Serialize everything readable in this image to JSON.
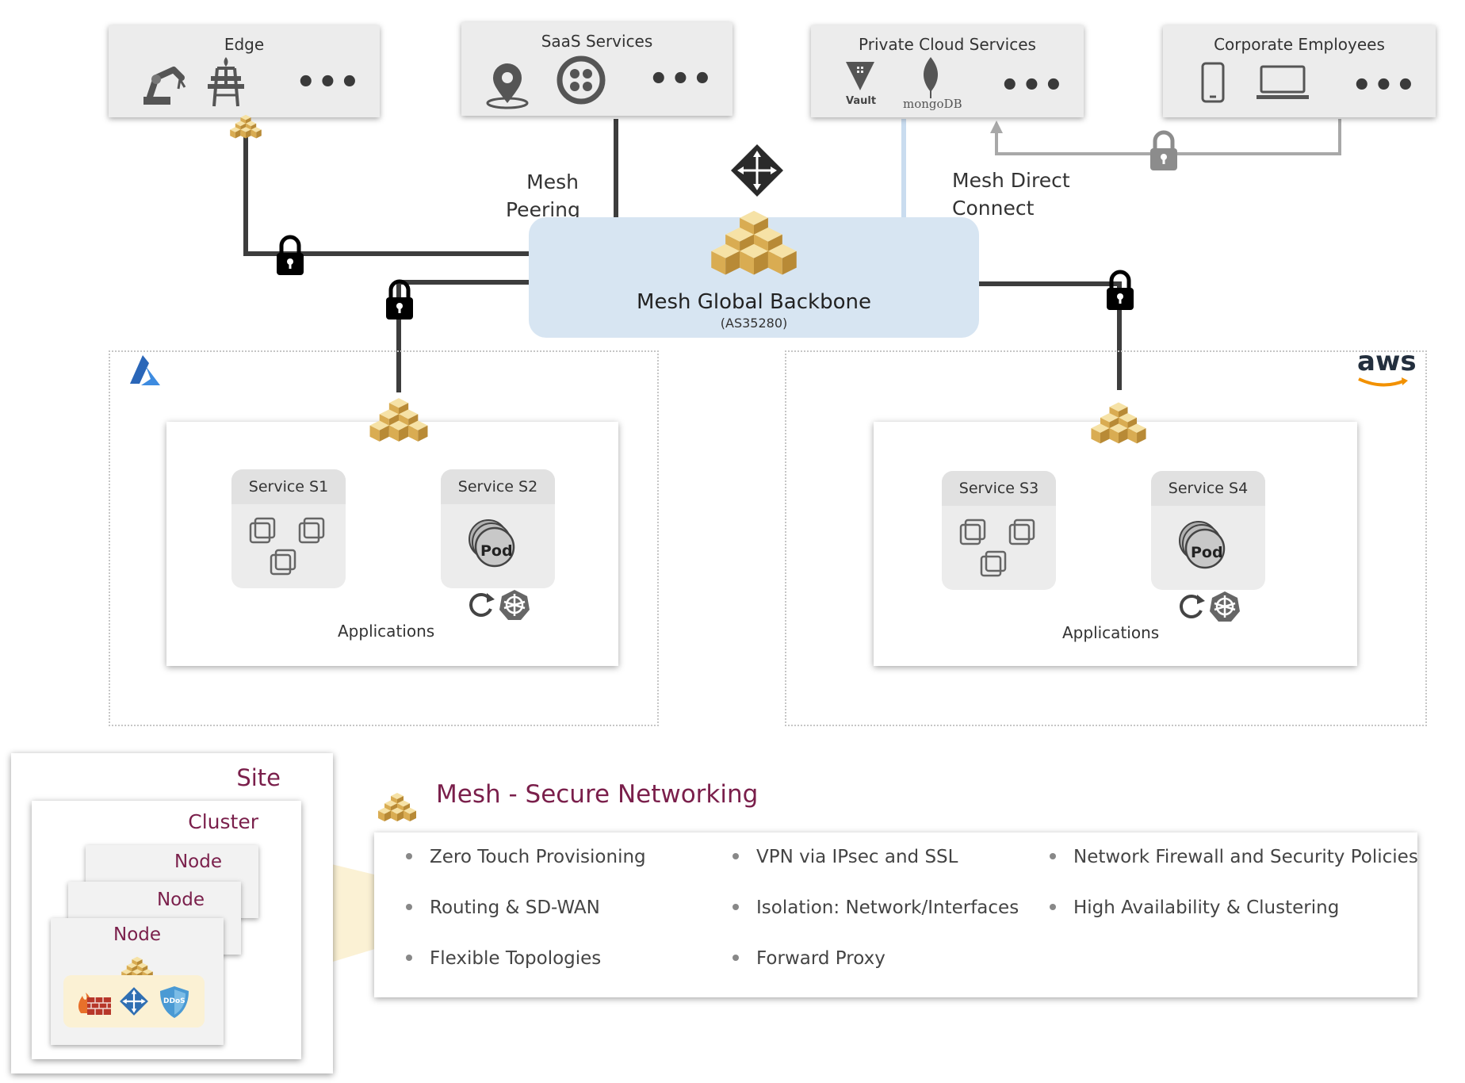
{
  "top_panels": {
    "edge": {
      "title": "Edge",
      "more": "•••"
    },
    "saas": {
      "title": "SaaS Services",
      "more": "•••"
    },
    "private_cloud": {
      "title": "Private Cloud Services",
      "vault": "Vault",
      "mongodb": "mongoDB",
      "more": "•••"
    },
    "corporate": {
      "title": "Corporate Employees",
      "more": "•••"
    }
  },
  "labels": {
    "mesh_peering_line1": "Mesh",
    "mesh_peering_line2": "Peering",
    "mesh_direct_line1": "Mesh Direct",
    "mesh_direct_line2": "Connect"
  },
  "backbone": {
    "title": "Mesh Global Backbone",
    "subtitle": "(AS35280)"
  },
  "clouds": {
    "azure": {
      "services": [
        {
          "name": "Service S1",
          "kind": "vm"
        },
        {
          "name": "Service S2",
          "kind": "pod",
          "pod_label": "Pod"
        }
      ],
      "applications": "Applications"
    },
    "aws": {
      "logo": "aws",
      "services": [
        {
          "name": "Service S3",
          "kind": "vm"
        },
        {
          "name": "Service S4",
          "kind": "pod",
          "pod_label": "Pod"
        }
      ],
      "applications": "Applications"
    }
  },
  "legend": {
    "site": "Site",
    "cluster": "Cluster",
    "nodes": [
      "Node",
      "Node",
      "Node"
    ],
    "ddos": "DDoS"
  },
  "features": {
    "title": "Mesh - Secure Networking",
    "col1": [
      "Zero Touch Provisioning",
      "Routing & SD-WAN",
      "Flexible Topologies"
    ],
    "col2": [
      "VPN via IPsec and SSL",
      "Isolation: Network/Interfaces",
      "Forward Proxy"
    ],
    "col3": [
      "Network Firewall and Security Policies",
      "High Availability & Clustering"
    ]
  },
  "colors": {
    "backbone_fill": "#d7e5f2",
    "accent_maroon": "#7a1f4b",
    "cube_gold": "#e8c36a",
    "connector_dark": "#3d3d3d"
  },
  "icons": [
    "robot-arm-icon",
    "oil-rig-icon",
    "location-pin-icon",
    "twilio-icon",
    "vault-icon",
    "mongodb-icon",
    "phone-icon",
    "laptop-icon",
    "lock-icon",
    "router-icon",
    "mesh-cube-icon",
    "azure-icon",
    "aws-icon",
    "vm-icon",
    "pod-icon",
    "refresh-icon",
    "kubernetes-icon",
    "firewall-icon",
    "ddos-shield-icon"
  ]
}
